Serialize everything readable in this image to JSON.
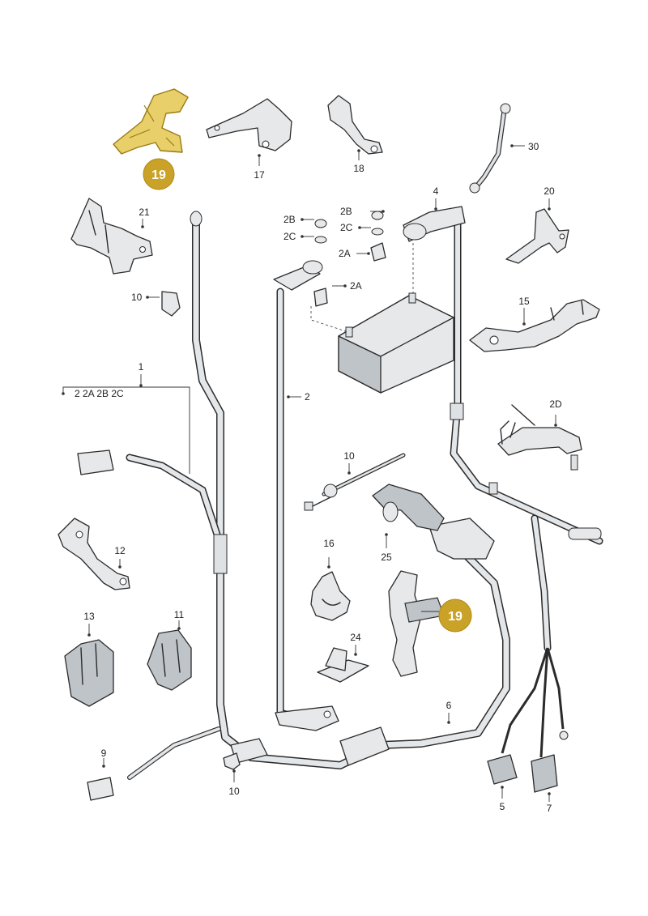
{
  "diagram": {
    "highlight_color": "#c9a227",
    "highlight_labels": [
      "19",
      "19"
    ],
    "callouts": {
      "c1": "1",
      "c1_sub": "2  2A  2B  2C",
      "c2": "2",
      "c2a_upper": "2A",
      "c2a_lower": "2A",
      "c2b_left": "2B",
      "c2b_right": "2B",
      "c2c_left": "2C",
      "c2c_right": "2C",
      "c2d": "2D",
      "c4": "4",
      "c5": "5",
      "c6": "6",
      "c7": "7",
      "c9": "9",
      "c10_top": "10",
      "c10_mid": "10",
      "c10_bottom": "10",
      "c11": "11",
      "c12": "12",
      "c13": "13",
      "c15": "15",
      "c16": "16",
      "c17": "17",
      "c18": "18",
      "c20": "20",
      "c21": "21",
      "c24": "24",
      "c25": "25",
      "c30": "30"
    }
  }
}
